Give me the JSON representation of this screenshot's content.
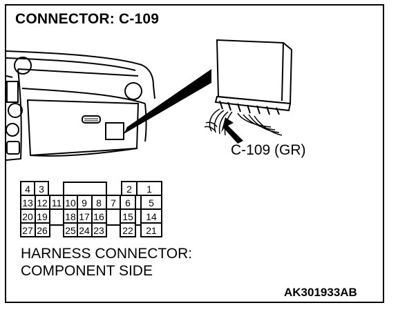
{
  "title": "CONNECTOR: C-109",
  "callout": "C-109 (GR)",
  "caption": [
    "HARNESS CONNECTOR:",
    "COMPONENT SIDE"
  ],
  "figure_code": "AK301933AB",
  "connector": {
    "top": [
      {
        "label": "4"
      },
      {
        "label": "3"
      },
      {
        "label": "2"
      },
      {
        "label": "1"
      }
    ],
    "row1": [
      "13",
      "12",
      "11",
      "10",
      "9",
      "8",
      "7",
      "6",
      "5"
    ],
    "row2": [
      "20",
      "19",
      "18",
      "17",
      "16",
      "15",
      "14"
    ],
    "row3": [
      "27",
      "26",
      "25",
      "24",
      "23",
      "22",
      "21"
    ]
  }
}
